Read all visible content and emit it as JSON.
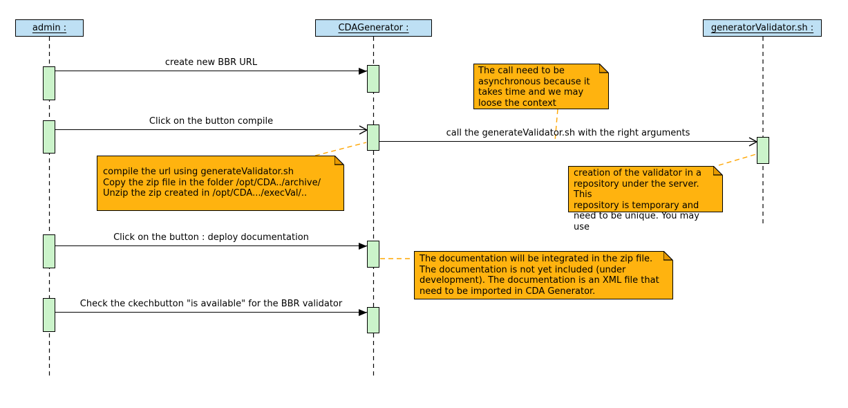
{
  "diagram": {
    "lifelines": [
      {
        "label": "admin :"
      },
      {
        "label": "CDAGenerator :"
      },
      {
        "label": "generatorValidator.sh :"
      }
    ],
    "messages": [
      {
        "label": "create new BBR URL",
        "from": "admin :",
        "to": "CDAGenerator :",
        "arrow": "filled"
      },
      {
        "label": "Click on the button compile",
        "from": "admin :",
        "to": "CDAGenerator :",
        "arrow": "open"
      },
      {
        "label": "call the generateValidator.sh with the right arguments",
        "from": "CDAGenerator :",
        "to": "generatorValidator.sh :",
        "arrow": "open"
      },
      {
        "label": "Click on the button : deploy documentation",
        "from": "admin :",
        "to": "CDAGenerator :",
        "arrow": "filled"
      },
      {
        "label": "Check the ckechbutton \"is available\" for the BBR validator",
        "from": "admin :",
        "to": "CDAGenerator :",
        "arrow": "filled"
      }
    ],
    "notes": [
      {
        "text": "The call need to be\nasynchronous because it\ntakes time and we may\nloose the context"
      },
      {
        "text": "compile the url using generateValidator.sh\nCopy the zip file in the folder /opt/CDA../archive/\nUnzip the zip created in /opt/CDA.../execVal/.."
      },
      {
        "text": "creation of the validator in a\nrepository under the server. This\nrepository is temporary and\nneed to be unique. You may use"
      },
      {
        "text": "The documentation will be integrated in the zip file.\nThe documentation is not yet included (under\ndevelopment). The documentation is an XML file that\nneed to be imported in CDA Generator."
      }
    ],
    "icons": {
      "arrowhead_filled": "solid black right-pointing triangle (synchronous message)",
      "arrowhead_open": "open chevron right (asynchronous message)",
      "note_fold": "folded page corner, top-right"
    },
    "colors": {
      "lifeline_head_fill": "#BEE0F4",
      "activation_fill": "#CBF3CA",
      "note_fill": "#FFB30F",
      "note_fold": "#E79A00",
      "note_connector": "#FFA500",
      "line": "#000000",
      "background": "#FFFFFF"
    }
  }
}
